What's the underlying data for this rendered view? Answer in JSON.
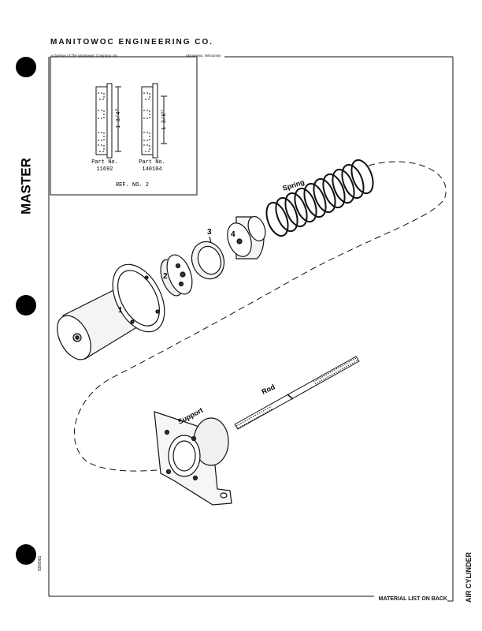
{
  "header": {
    "company": "MANITOWOC ENGINEERING CO.",
    "division": "A Division of The Manitowoc Company, Inc.",
    "location": "Manitowoc, Wisconsin"
  },
  "stamp": {
    "text": "MASTER"
  },
  "inset": {
    "part_a": {
      "label": "Part No.",
      "number": "11692",
      "dimension": "1 3/4\""
    },
    "part_b": {
      "label": "Part No.",
      "number": "140104",
      "dimension": "1 3/8\""
    },
    "ref": "REF. NO. 2"
  },
  "callouts": {
    "n1": "1",
    "n2": "2",
    "n3": "3",
    "n4": "4",
    "spring": "Spring",
    "rod": "Rod",
    "support": "Support"
  },
  "side_title": "AIR CYLINDER",
  "footer": "MATERIAL LIST ON BACK",
  "doc_number": "9356081"
}
